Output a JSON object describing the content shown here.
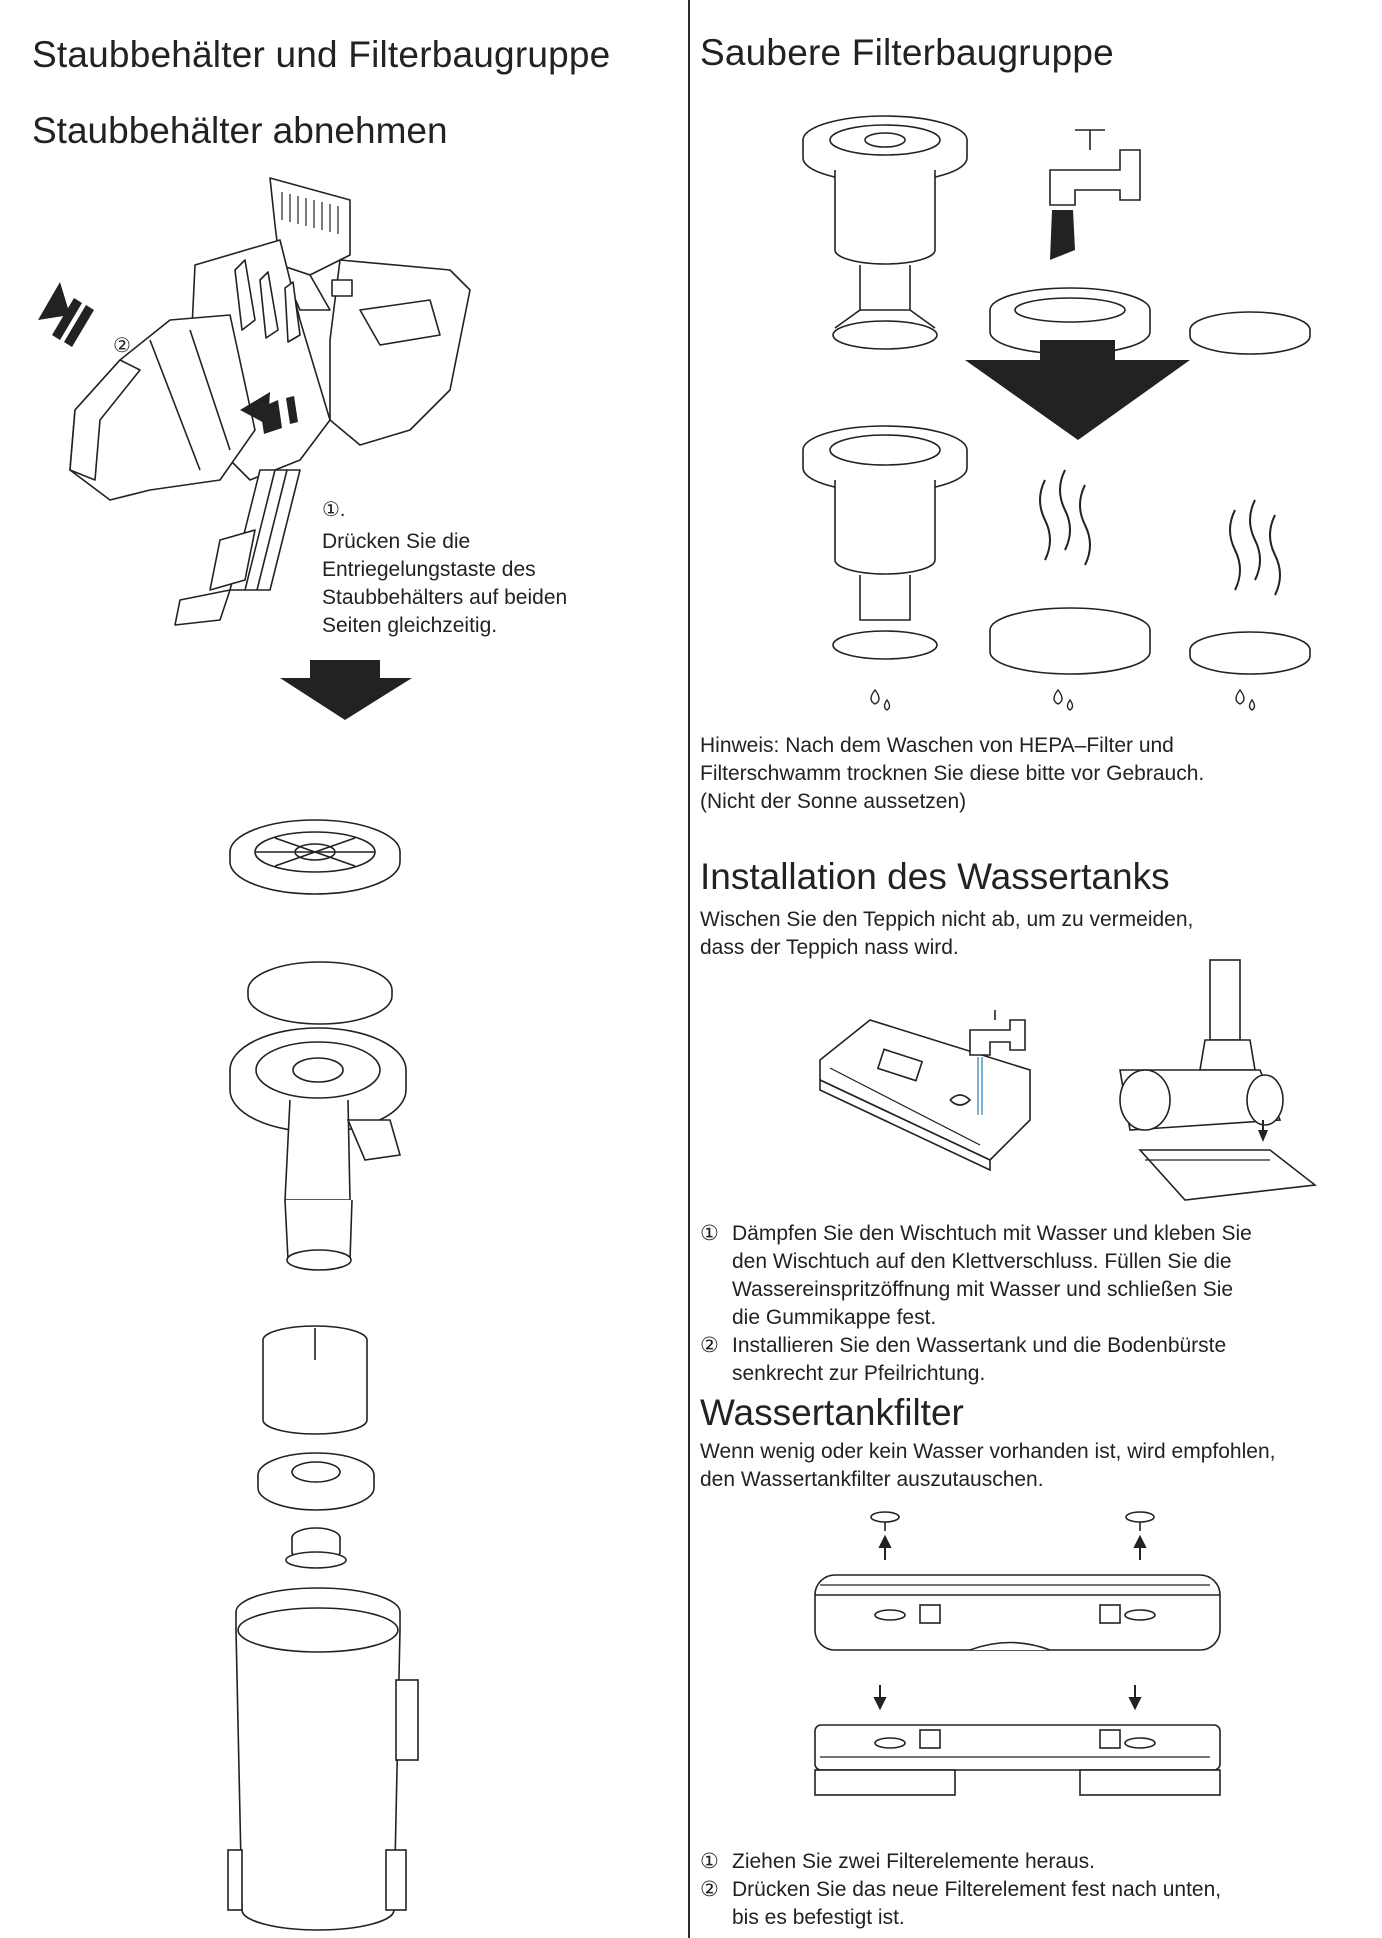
{
  "left": {
    "title": "Staubbehälter und Filterbaugruppe",
    "subtitle": "Staubbehälter abnehmen",
    "callout_step2": "②",
    "callout_step1_num": "①.",
    "callout_step1_lines": [
      "Drücken Sie die",
      "Entriegelungstaste des",
      "Staubbehälters auf beiden",
      "Seiten gleichzeitig."
    ]
  },
  "right": {
    "clean_title": "Saubere Filterbaugruppe",
    "note_lines": [
      "Hinweis: Nach dem Waschen von HEPA–Filter und",
      "Filterschwamm trocknen Sie diese bitte vor Gebrauch.",
      "(Nicht der Sonne aussetzen)"
    ],
    "water_title": "Installation des Wassertanks",
    "water_intro_lines": [
      "Wischen Sie den Teppich nicht ab, um zu vermeiden,",
      "dass der Teppich nass wird."
    ],
    "water_steps": [
      {
        "num": "①",
        "lines": [
          "Dämpfen Sie den Wischtuch mit Wasser und kleben Sie",
          "den Wischtuch auf den Klettverschluss. Füllen Sie die",
          "Wassereinspritzöffnung mit Wasser und schließen Sie",
          "die Gummikappe fest."
        ]
      },
      {
        "num": "②",
        "lines": [
          "Installieren Sie den Wassertank und die Bodenbürste",
          "senkrecht zur Pfeilrichtung."
        ]
      }
    ],
    "filter_title": "Wassertankfilter",
    "filter_intro_lines": [
      "Wenn wenig oder kein Wasser vorhanden ist, wird empfohlen,",
      "den Wassertankfilter auszutauschen."
    ],
    "filter_steps": [
      {
        "num": "①",
        "lines": [
          "Ziehen Sie zwei Filterelemente heraus."
        ]
      },
      {
        "num": "②",
        "lines": [
          "Drücken Sie das neue Filterelement fest nach unten,",
          "bis es befestigt ist."
        ]
      }
    ]
  }
}
